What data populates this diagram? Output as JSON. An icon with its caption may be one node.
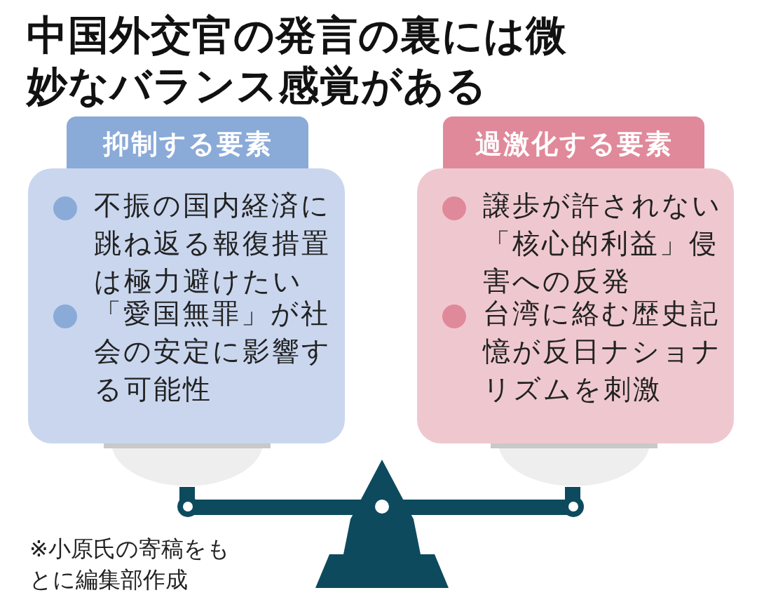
{
  "diagram": {
    "title": "中国外交官の発言の裏には微妙なバランス感覚がある",
    "nodes": [
      {
        "text": [
          "抑制する要素",
          "不振の国内経済に跳ね返る報復措置は極力避けたい",
          "「愛国無罪」が社会の安定に影響する可能性"
        ]
      },
      {
        "text": [
          "過激化する要素",
          "譲歩が許されない「核心的利益」侵害への反発",
          "台湾に絡む歴史記憶が反日ナショナリズムを刺激"
        ]
      }
    ],
    "labels": [
      "※小原氏の寄稿をもとに編集部作成"
    ]
  }
}
